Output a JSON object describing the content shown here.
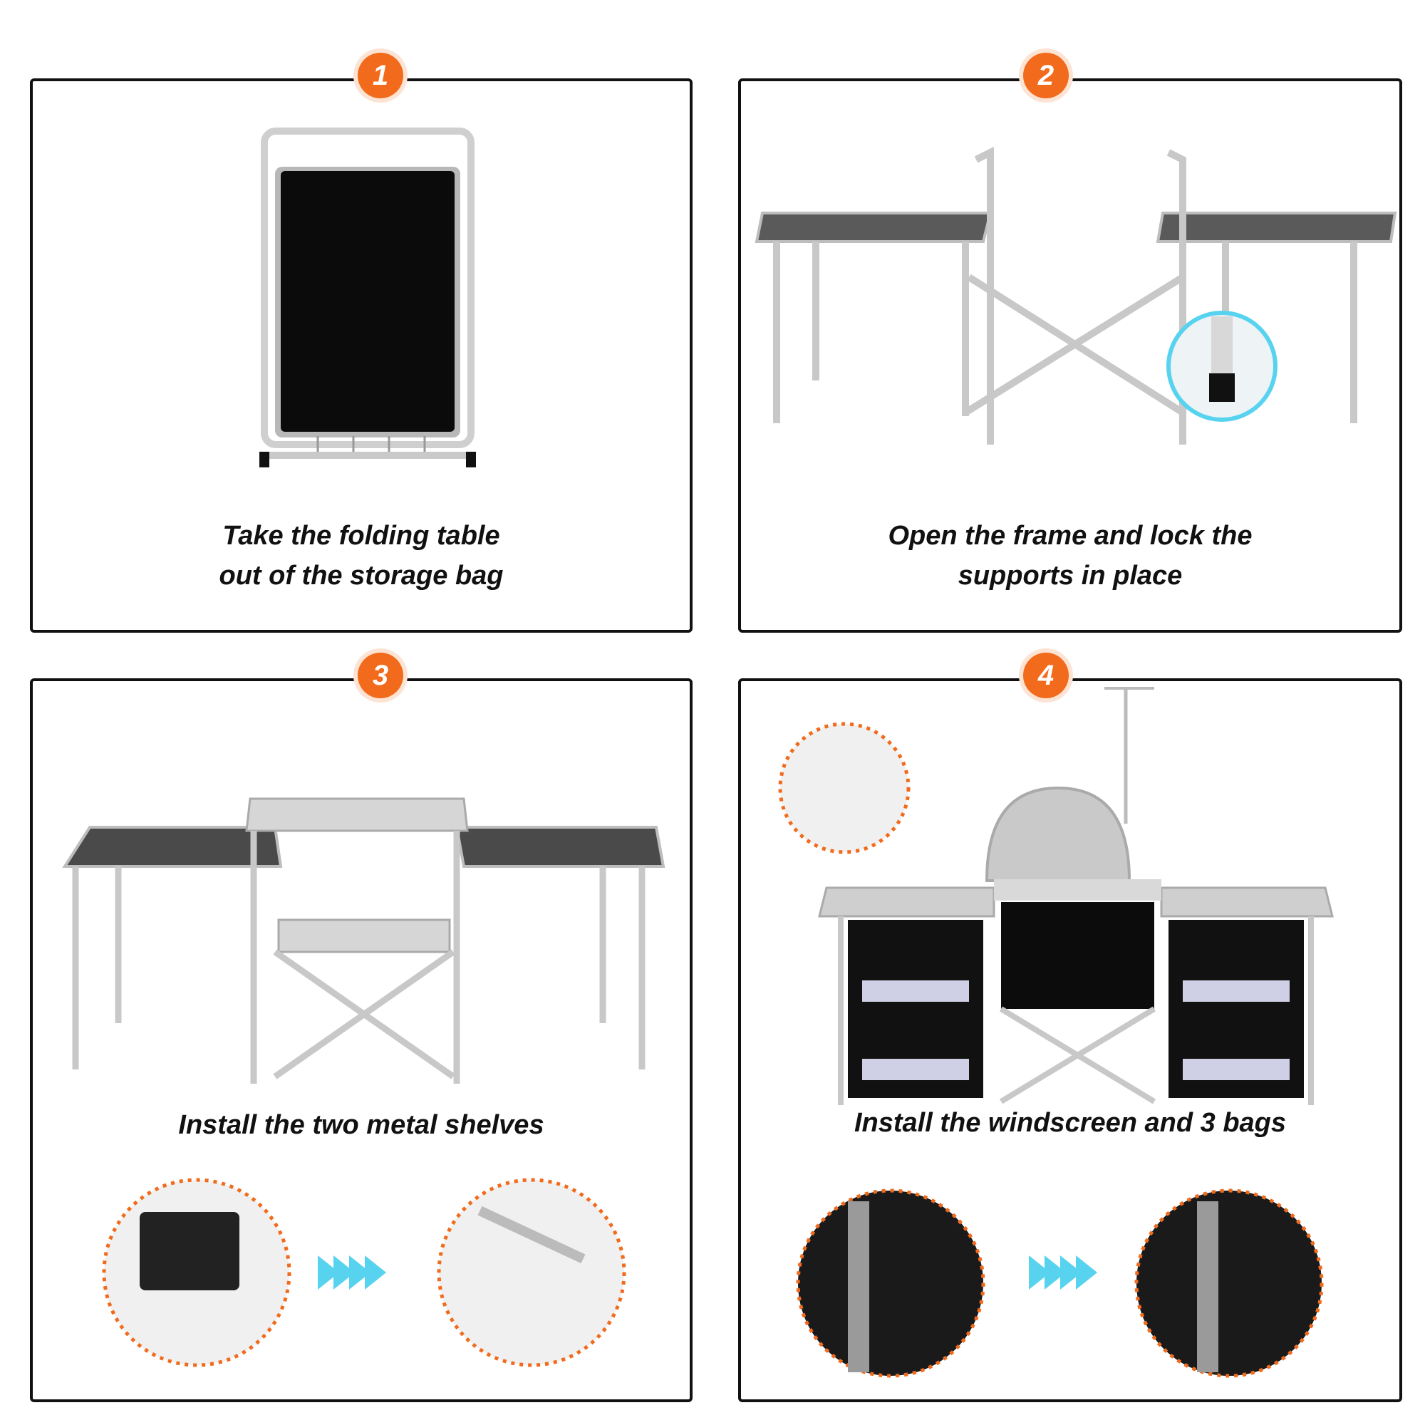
{
  "steps": [
    {
      "number": "1",
      "caption_line1": "Take the folding table",
      "caption_line2": "out of the storage bag"
    },
    {
      "number": "2",
      "caption_line1": "Open the frame and lock the",
      "caption_line2": "supports in place"
    },
    {
      "number": "3",
      "caption_line1": "Install the two metal shelves",
      "caption_line2": ""
    },
    {
      "number": "4",
      "caption_line1": "Install the windscreen and 3 bags",
      "caption_line2": ""
    }
  ],
  "colors": {
    "badge": "#f26a1b",
    "accent_arrow": "#58d3ef",
    "frame": "#c9c9c9",
    "tabletop": "#3b3b3b"
  },
  "icons": [
    "number-badge",
    "chevron-arrows-icon",
    "detail-zoom-circle"
  ]
}
